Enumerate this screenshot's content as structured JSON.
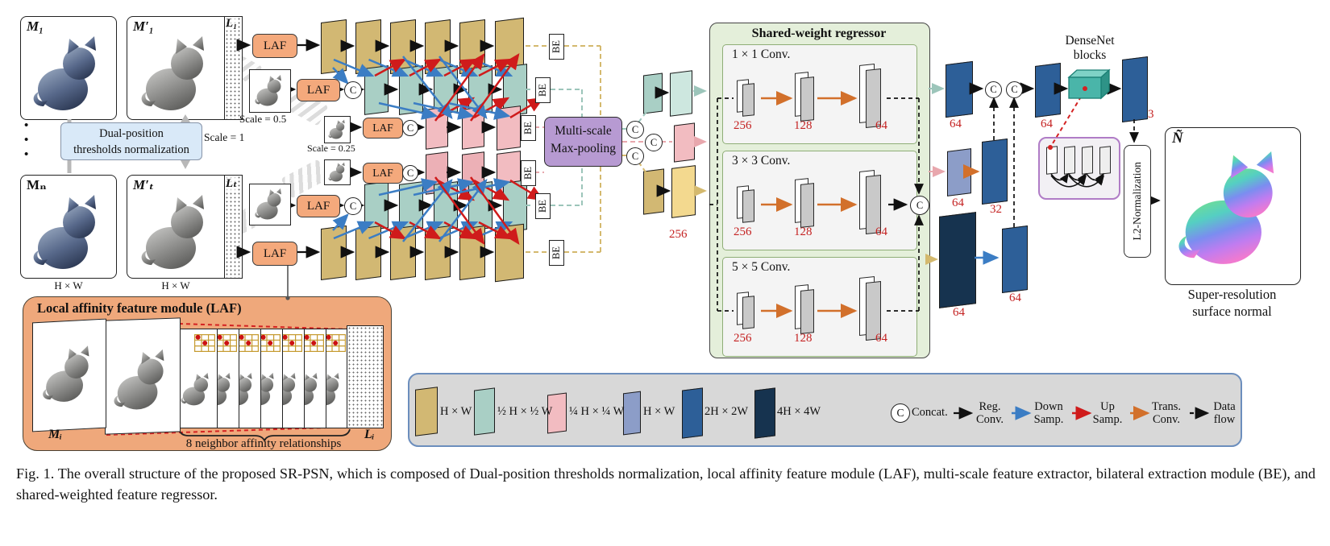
{
  "inputs": {
    "m1": "M₁",
    "m1p": "M′₁",
    "l1": "L₁",
    "mn": "Mₙ",
    "mtp": "M′ₜ",
    "lt": "Lₜ",
    "hxw_a": "H × W",
    "hxw_b": "H × W",
    "dot": "•",
    "norm_line1": "Dual-position",
    "norm_line2": "thresholds normalization",
    "scale_1": "Scale = 1",
    "scale_05": "Scale = 0.5",
    "scale_025": "Scale = 0.25"
  },
  "extractor": {
    "laf": "LAF",
    "concat": "C",
    "be": "BE",
    "pool_line1": "Multi-scale",
    "pool_line2": "Max-pooling",
    "channels": "256"
  },
  "regressor": {
    "title": "Shared-weight regressor",
    "concat": "C",
    "branches": [
      {
        "name": "1 × 1 Conv.",
        "d1": "256",
        "d2": "128",
        "d3": "64"
      },
      {
        "name": "3 × 3 Conv.",
        "d1": "256",
        "d2": "128",
        "d3": "64"
      },
      {
        "name": "5 × 5 Conv.",
        "d1": "256",
        "d2": "128",
        "d3": "64"
      }
    ]
  },
  "head": {
    "concat": "C",
    "in_top": "64",
    "mid_top": "64",
    "out_top": "3",
    "in_mid": "64",
    "out_mid": "32",
    "in_bot": "64",
    "out_bot": "64",
    "densenet_line1": "DenseNet",
    "densenet_line2": "blocks",
    "l2": "L2-Normalization",
    "n_hat": "Ñ",
    "result_line1": "Super-resolution",
    "result_line2": "surface normal"
  },
  "laf_module": {
    "title": "Local affinity feature module (LAF)",
    "mi": "Mᵢ",
    "li": "Lᵢ",
    "brace": "8 neighbor affinity relationships"
  },
  "legend": {
    "sizes": [
      {
        "label": "H × W"
      },
      {
        "label": "½ H × ½ W"
      },
      {
        "label": "¼ H × ¼ W"
      },
      {
        "label": "H × W"
      },
      {
        "label": "2H × 2W"
      },
      {
        "label": "4H × 4W"
      }
    ],
    "concat_symbol": "C",
    "concat_label": "Concat.",
    "arrows": [
      {
        "line1": "Reg.",
        "line2": "Conv."
      },
      {
        "line1": "Down",
        "line2": "Samp."
      },
      {
        "line1": "Up",
        "line2": "Samp."
      },
      {
        "line1": "Trans.",
        "line2": "Conv."
      },
      {
        "line1": "Data",
        "line2": "flow"
      }
    ]
  },
  "caption": "Fig. 1.  The overall structure of the proposed SR-PSN, which is composed of Dual-position thresholds normalization, local affinity feature module (LAF), multi-scale feature extractor, bilateral extraction module (BE), and shared-weighted feature regressor.",
  "colors": {
    "scale_full": "#d2b873",
    "scale_half": "#a9cfc5",
    "scale_quarter": "#f2bcc1",
    "hw_block": "#8c9dc8",
    "hw2_block": "#2d5f98",
    "hw4_block": "#16334f",
    "pooling": "#b79ad2",
    "regressor_bg": "#e4efda",
    "laf_fill": "#f4a97c",
    "down_samp": "#3b7dc4",
    "up_samp": "#cf1b1b",
    "trans_conv": "#d2702b",
    "channel_text": "#c42222"
  }
}
